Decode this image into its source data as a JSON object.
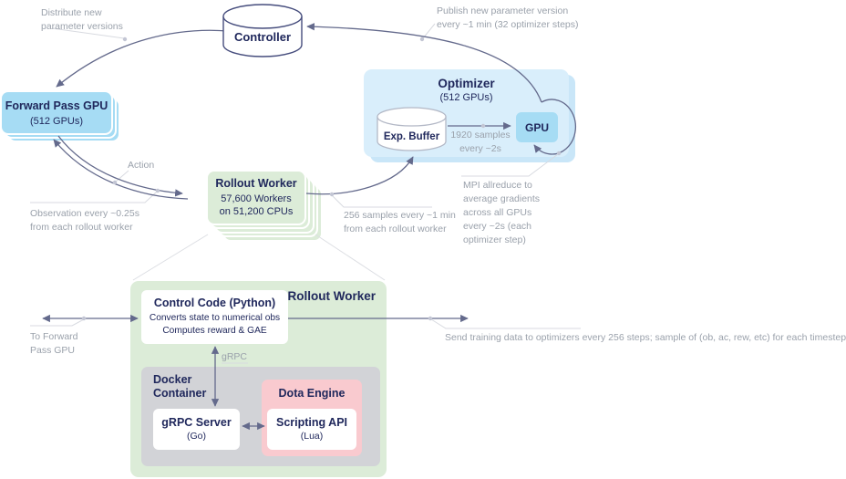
{
  "diagram_title": "Training system architecture (Controller / Optimizer / Rollout Worker loop with Rollout Worker detail)",
  "colors": {
    "navy_text": "#20285c",
    "gray_text": "#9aa1ab",
    "arrow": "#646a8c",
    "callout_line": "#d8dae0",
    "blue_node": "#a6dcf4",
    "light_blue_container": "#d9eefb",
    "green_node": "#dcecd8",
    "docker_gray": "#d2d3d7",
    "dota_pink": "#f9cacf"
  },
  "nodes": {
    "controller": {
      "title": "Controller"
    },
    "forward_pass_gpu": {
      "title": "Forward Pass GPU",
      "subtitle": "(512 GPUs)"
    },
    "optimizer": {
      "title": "Optimizer",
      "subtitle": "(512 GPUs)"
    },
    "exp_buffer": {
      "title": "Exp. Buffer"
    },
    "gpu": {
      "title": "GPU"
    },
    "rollout_worker": {
      "title": "Rollout Worker",
      "subtitle": "57,600 Workers\non 51,200 CPUs"
    }
  },
  "detail": {
    "container_title": "Rollout Worker",
    "control_code": {
      "title": "Control Code (Python)",
      "line1": "Converts state to numerical obs",
      "line2": "Computes reward & GAE"
    },
    "grpc_label": "gRPC",
    "docker": {
      "title": "Docker\nContainer"
    },
    "grpc_server": {
      "title": "gRPC Server",
      "subtitle": "(Go)"
    },
    "dota_engine": {
      "title": "Dota Engine"
    },
    "scripting_api": {
      "title": "Scripting API",
      "subtitle": "(Lua)"
    }
  },
  "annotations": {
    "distribute": "Distribute new\nparameter versions",
    "publish": "Publish new parameter version\nevery ~1 min (32 optimizer steps)",
    "action": "Action",
    "observation": "Observation every ~0.25s\nfrom each rollout worker",
    "samples_256": "256 samples every ~1 min\nfrom each rollout worker",
    "samples_1920": "1920 samples\nevery ~2s",
    "mpi": "MPI allreduce to\naverage gradients\nacross all GPUs\nevery ~2s (each\noptimizer step)",
    "to_fpg": "To Forward\nPass GPU",
    "send_training": "Send training data to optimizers\nevery 256 steps; sample of (ob,\nac, rew, etc) for each timestep"
  }
}
